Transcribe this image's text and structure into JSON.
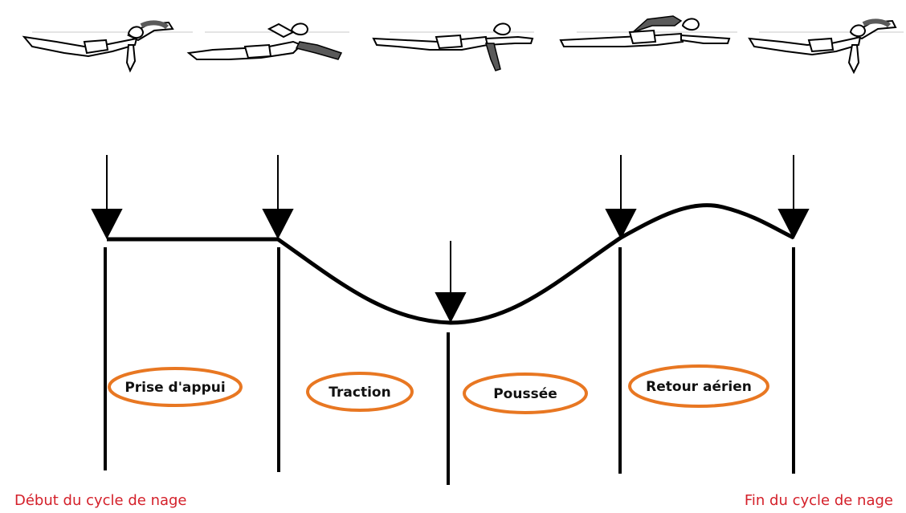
{
  "colors": {
    "line": "#000000",
    "ellipse_stroke": "#e87722",
    "cycle_label": "#d4202a",
    "skin": "#ffffff",
    "shade": "#5a5a5a",
    "water": "#c8c8c8"
  },
  "swimmer_icons": [
    "swimmer-arm-entry",
    "swimmer-arm-pull",
    "swimmer-arm-push",
    "swimmer-arm-exit",
    "swimmer-arm-entry-end"
  ],
  "phases": [
    {
      "id": "prise",
      "label": "Prise d'appui"
    },
    {
      "id": "traction",
      "label": "Traction"
    },
    {
      "id": "poussee",
      "label": "Poussée"
    },
    {
      "id": "retour",
      "label": "Retour aérien"
    }
  ],
  "cycle_labels": {
    "start": "Début du cycle de nage",
    "end": "Fin du cycle de nage"
  }
}
